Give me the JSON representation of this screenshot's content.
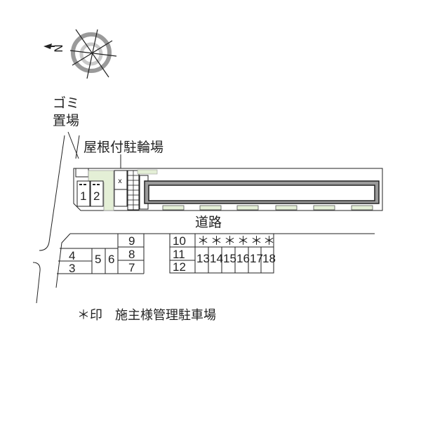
{
  "compass": {
    "north_label": "N",
    "icon": "compass-rose-icon"
  },
  "labels": {
    "garbage_area_line1": "ゴミ",
    "garbage_area_line2": "置場",
    "covered_bicycle_parking": "屋根付駐輪場",
    "road": "道路",
    "legend": "＊印　施主様管理駐車場"
  },
  "parking": {
    "bike_slots": [
      "1",
      "2"
    ],
    "left_block": {
      "stalls_col1": [
        "4",
        "3"
      ],
      "stalls_mid": [
        "5",
        "6"
      ],
      "stalls_col3": [
        "9",
        "8",
        "7"
      ]
    },
    "right_block": {
      "col_left": [
        "10",
        "11",
        "12"
      ],
      "asterisk_row": [
        "＊",
        "＊",
        "＊",
        "＊",
        "＊",
        "＊"
      ],
      "numbered_row": [
        "13",
        "14",
        "15",
        "16",
        "17",
        "18"
      ]
    },
    "owner_managed_marker": "＊"
  },
  "colors": {
    "line": "#222222",
    "green_fill": "#e4efd6",
    "gray_fill": "#9a9a9a",
    "compass_gray": "#999999"
  }
}
